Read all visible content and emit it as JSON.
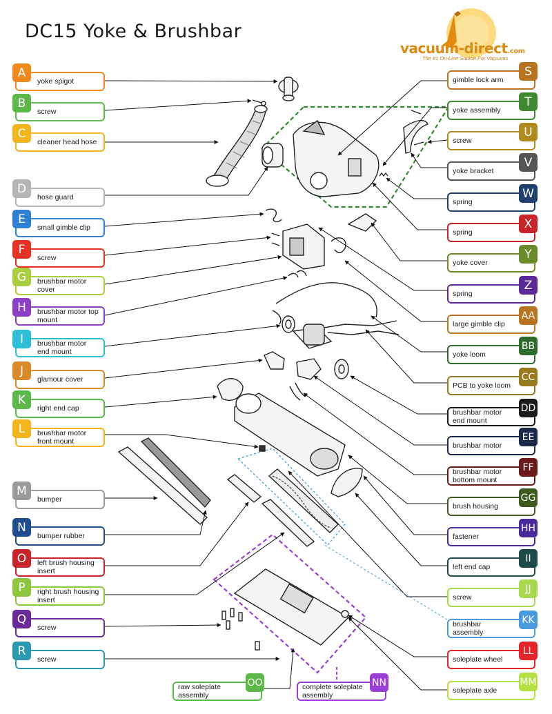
{
  "title": "DC15 Yoke & Brushbar",
  "logo": {
    "brand": "vacuum-direct",
    "suffix": ".com",
    "tagline": "The #1 On-Line Source For Vacuums"
  },
  "colors": {
    "orange": "#f08a1c",
    "green": "#5cb848",
    "yellow": "#f2b51b",
    "gray": "#a9a9a9",
    "blue": "#2f7fd3",
    "red": "#e53224",
    "lime": "#a7cf3f",
    "purple": "#8a3fc4",
    "cyan": "#2ebfd6",
    "darkorange": "#d98a2a",
    "olive": "#7a7a2a",
    "navy": "#1f3f6e",
    "crimson": "#c8242a",
    "darkgreen": "#356b2c",
    "darkgold": "#b08a1e",
    "black": "#222222",
    "darkblue": "#1b2a5a",
    "maroon": "#6b1a1a",
    "forest": "#3f5a1e",
    "indigo": "#4a2a9a",
    "teal": "#1f5a5a",
    "lightblue": "#4a9ae0",
    "lightlime": "#b5e03f",
    "dashgreen": "#2f8a2f",
    "dashpurple": "#9a3fd6",
    "dashblue": "#3fa0d6"
  },
  "labels_left": [
    {
      "code": "A",
      "text": "yoke spigot",
      "color": "#f08a1c"
    },
    {
      "code": "B",
      "text": "screw",
      "color": "#5cb848"
    },
    {
      "code": "C",
      "text": "cleaner head hose",
      "color": "#f2b51b"
    },
    {
      "code": "D",
      "text": "hose guard",
      "color": "#b5b5b5"
    },
    {
      "code": "E",
      "text": "small gimble clip",
      "color": "#2f7fd3"
    },
    {
      "code": "F",
      "text": "screw",
      "color": "#e53224"
    },
    {
      "code": "G",
      "text": "brushbar motor cover",
      "color": "#a7cf3f"
    },
    {
      "code": "H",
      "text": "brushbar motor top mount",
      "color": "#8a3fc4"
    },
    {
      "code": "I",
      "text": "brushbar motor end mount",
      "color": "#2ebfd6"
    },
    {
      "code": "J",
      "text": "glamour cover",
      "color": "#d98a2a"
    },
    {
      "code": "K",
      "text": "right end cap",
      "color": "#5cb848"
    },
    {
      "code": "L",
      "text": "brushbar motor front mount",
      "color": "#f2b51b"
    },
    {
      "code": "M",
      "text": "bumper",
      "color": "#9a9a9a"
    },
    {
      "code": "N",
      "text": "bumper rubber",
      "color": "#1f4f8e"
    },
    {
      "code": "O",
      "text": "left brush housing insert",
      "color": "#c8242a"
    },
    {
      "code": "P",
      "text": "right brush housing insert",
      "color": "#8ec63f"
    },
    {
      "code": "Q",
      "text": "screw",
      "color": "#6a2a9a"
    },
    {
      "code": "R",
      "text": "screw",
      "color": "#2a9ab0"
    }
  ],
  "labels_right": [
    {
      "code": "S",
      "text": "gimble lock arm",
      "color": "#b8741e"
    },
    {
      "code": "T",
      "text": "yoke assembly",
      "color": "#3f8a2f"
    },
    {
      "code": "U",
      "text": "screw",
      "color": "#b08a1e"
    },
    {
      "code": "V",
      "text": "yoke bracket",
      "color": "#555555"
    },
    {
      "code": "W",
      "text": "spring",
      "color": "#1f3f6e"
    },
    {
      "code": "X",
      "text": "spring",
      "color": "#c8242a"
    },
    {
      "code": "Y",
      "text": "yoke cover",
      "color": "#6b8a2a"
    },
    {
      "code": "Z",
      "text": "spring",
      "color": "#5a2a9a"
    },
    {
      "code": "AA",
      "text": "large gimble clip",
      "color": "#b8741e"
    },
    {
      "code": "BB",
      "text": "yoke loom",
      "color": "#2f6b2c"
    },
    {
      "code": "CC",
      "text": "PCB to yoke loom",
      "color": "#9a7a1e"
    },
    {
      "code": "DD",
      "text": "brushbar motor end mount",
      "color": "#1a1a1a"
    },
    {
      "code": "EE",
      "text": "brushbar motor",
      "color": "#1b2a4a"
    },
    {
      "code": "FF",
      "text": "brushbar motor bottom mount",
      "color": "#6b1a1a"
    },
    {
      "code": "GG",
      "text": "brush housing",
      "color": "#3f5a1e"
    },
    {
      "code": "HH",
      "text": "fastener",
      "color": "#4a2a9a"
    },
    {
      "code": "II",
      "text": "left end cap",
      "color": "#1f4a4a"
    },
    {
      "code": "JJ",
      "text": "screw",
      "color": "#a7d84f"
    },
    {
      "code": "KK",
      "text": "brushbar assembly",
      "color": "#4a9ae0"
    },
    {
      "code": "LL",
      "text": "soleplate wheel",
      "color": "#e5242a"
    },
    {
      "code": "MM",
      "text": "soleplate axle",
      "color": "#b5e03f"
    }
  ],
  "labels_bottom": [
    {
      "code": "OO",
      "text": "raw soleplate assembly",
      "color": "#5cb848"
    },
    {
      "code": "NN",
      "text": "complete soleplate assembly",
      "color": "#9a3fd6"
    }
  ]
}
